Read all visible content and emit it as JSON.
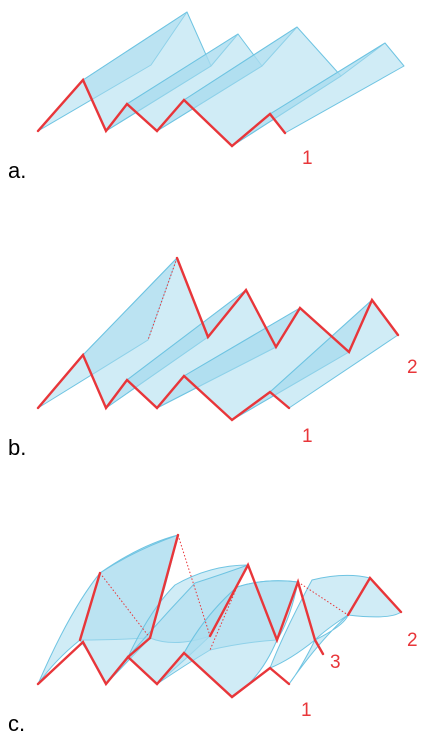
{
  "colors": {
    "fold_edge": "#e8363a",
    "sheet_fill": "#a9dcef",
    "sheet_stroke": "#6fc4e2",
    "label_text": "#000000",
    "curve_number": "#e8363a"
  },
  "panels": [
    {
      "label": "a.",
      "curve_numbers": [
        "1"
      ]
    },
    {
      "label": "b.",
      "curve_numbers": [
        "1",
        "2"
      ]
    },
    {
      "label": "c.",
      "curve_numbers": [
        "1",
        "2",
        "3"
      ]
    }
  ]
}
